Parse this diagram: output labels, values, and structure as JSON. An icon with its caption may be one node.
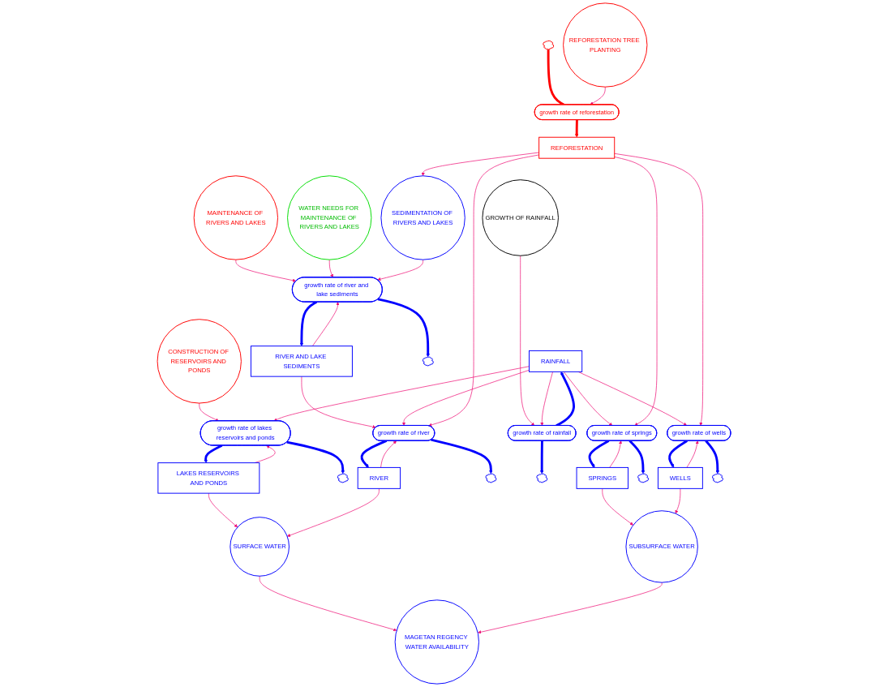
{
  "diagram": {
    "nodes": [
      {
        "text": [
          "CONSTRUCTION OF RESERVOIRS AND PONDS"
        ]
      },
      {
        "text": [
          "MAINTENANCE OF RIVERS AND LAKES"
        ]
      },
      {
        "text": [
          "LAKES RESERVOIRS AND PONDS"
        ]
      },
      {
        "text": [],
        "shape": "cloud"
      },
      {
        "text": [
          "growth rate of lakes reservoirs and ponds"
        ]
      },
      {
        "text": [
          "WATER NEEDS FOR MAINTENANCE OF RIVERS AND LAKES"
        ]
      },
      {
        "text": [
          "RIVER AND LAKE SEDIMENTS"
        ]
      },
      {
        "text": [],
        "shape": "cloud"
      },
      {
        "text": [
          "growth rate of river and lake sediments"
        ]
      },
      {
        "text": [
          "RIVER"
        ]
      },
      {
        "text": [],
        "shape": "cloud"
      },
      {
        "text": [
          "growth rate of river"
        ]
      },
      {
        "text": [
          "SURFACE WATER"
        ]
      },
      {
        "text": [
          "SEDIMENTATION OF RIVERS AND LAKES"
        ]
      },
      {
        "text": [
          "RAINFALL"
        ]
      },
      {
        "text": [
          "GROWTH OF RAINFALL"
        ]
      },
      {
        "text": [
          "growth rate of rainfall"
        ]
      },
      {
        "text": [],
        "shape": "cloud"
      },
      {
        "text": [
          "REFORESTATION"
        ]
      },
      {
        "text": [
          "MAGETAN REGENCY WATER AVAILABILITY"
        ]
      },
      {
        "text": [],
        "shape": "cloud"
      },
      {
        "text": [
          "growth rate of reforestation"
        ]
      },
      {
        "text": [
          "SPRINGS"
        ]
      },
      {
        "text": [],
        "shape": "cloud"
      },
      {
        "text": [
          "growth rate of springs"
        ]
      },
      {
        "text": [
          "SUBSURFACE WATER"
        ]
      },
      {
        "text": [
          "REFORESTATION TREE PLANTING"
        ]
      },
      {
        "text": [
          "WELLS"
        ]
      },
      {
        "text": [],
        "shape": "cloud"
      },
      {
        "text": [
          "growth rate of wells"
        ]
      }
    ],
    "edges": [
      {
        "from": 4,
        "to": 3,
        "arrow": "to",
        "style": "thick",
        "color": "#0000ff"
      },
      {
        "from": 4,
        "to": 2,
        "arrow": "to",
        "style": "thick",
        "color": "#0000ff"
      },
      {
        "from": 8,
        "to": 7,
        "arrow": "to",
        "style": "thick",
        "color": "#0000ff"
      },
      {
        "from": 8,
        "to": 6,
        "arrow": "to",
        "style": "thick",
        "color": "#0000ff"
      },
      {
        "from": 11,
        "to": 10,
        "arrow": "to",
        "style": "thick",
        "color": "#0000ff"
      },
      {
        "from": 11,
        "to": 9,
        "arrow": "to",
        "style": "thick",
        "color": "#0000ff"
      },
      {
        "from": 16,
        "to": 14,
        "arrow": "to",
        "style": "thick",
        "color": "#0000ff"
      },
      {
        "from": 16,
        "to": 17,
        "arrow": "to",
        "style": "thick",
        "color": "#0000ff"
      },
      {
        "from": 20,
        "to": 21,
        "arrow": "none",
        "style": "thick",
        "color": "#ff0000"
      },
      {
        "from": 21,
        "to": 18,
        "arrow": "to",
        "style": "thick",
        "color": "#ff0000"
      },
      {
        "from": 24,
        "to": 23,
        "arrow": "to",
        "style": "thick",
        "color": "#0000ff"
      },
      {
        "from": 24,
        "to": 22,
        "arrow": "to",
        "style": "thick",
        "color": "#0000ff"
      },
      {
        "from": 29,
        "to": 28,
        "arrow": "to",
        "style": "thick",
        "color": "#0000ff"
      },
      {
        "from": 29,
        "to": 27,
        "arrow": "to",
        "style": "thick",
        "color": "#0000ff"
      },
      {
        "from": 0,
        "to": 4,
        "arrow": "to"
      },
      {
        "from": 2,
        "to": 4,
        "arrow": "to"
      },
      {
        "from": 14,
        "to": 4,
        "arrow": "to"
      },
      {
        "from": 2,
        "to": 12,
        "arrow": "to"
      },
      {
        "from": 1,
        "to": 8,
        "arrow": "to"
      },
      {
        "from": 5,
        "to": 8,
        "arrow": "to"
      },
      {
        "from": 6,
        "to": 8,
        "arrow": "to"
      },
      {
        "from": 13,
        "to": 8,
        "arrow": "to"
      },
      {
        "from": 6,
        "to": 11,
        "arrow": "to"
      },
      {
        "from": 9,
        "to": 11,
        "arrow": "to"
      },
      {
        "from": 14,
        "to": 11,
        "arrow": "to"
      },
      {
        "from": 18,
        "to": 11,
        "arrow": "to"
      },
      {
        "from": 18,
        "to": 13,
        "arrow": "to"
      },
      {
        "from": 9,
        "to": 12,
        "arrow": "to"
      },
      {
        "from": 12,
        "to": 19,
        "arrow": "to"
      },
      {
        "from": 15,
        "to": 16,
        "arrow": "to"
      },
      {
        "from": 14,
        "to": 16,
        "arrow": "to"
      },
      {
        "from": 14,
        "to": 24,
        "arrow": "to"
      },
      {
        "from": 22,
        "to": 24,
        "arrow": "to"
      },
      {
        "from": 18,
        "to": 24,
        "arrow": "to"
      },
      {
        "from": 22,
        "to": 25,
        "arrow": "to"
      },
      {
        "from": 14,
        "to": 29,
        "arrow": "to"
      },
      {
        "from": 18,
        "to": 29,
        "arrow": "to"
      },
      {
        "from": 27,
        "to": 29,
        "arrow": "to"
      },
      {
        "from": 27,
        "to": 25,
        "arrow": "to"
      },
      {
        "from": 25,
        "to": 19,
        "arrow": "to"
      },
      {
        "from": 26,
        "to": 21,
        "arrow": "to"
      }
    ]
  }
}
